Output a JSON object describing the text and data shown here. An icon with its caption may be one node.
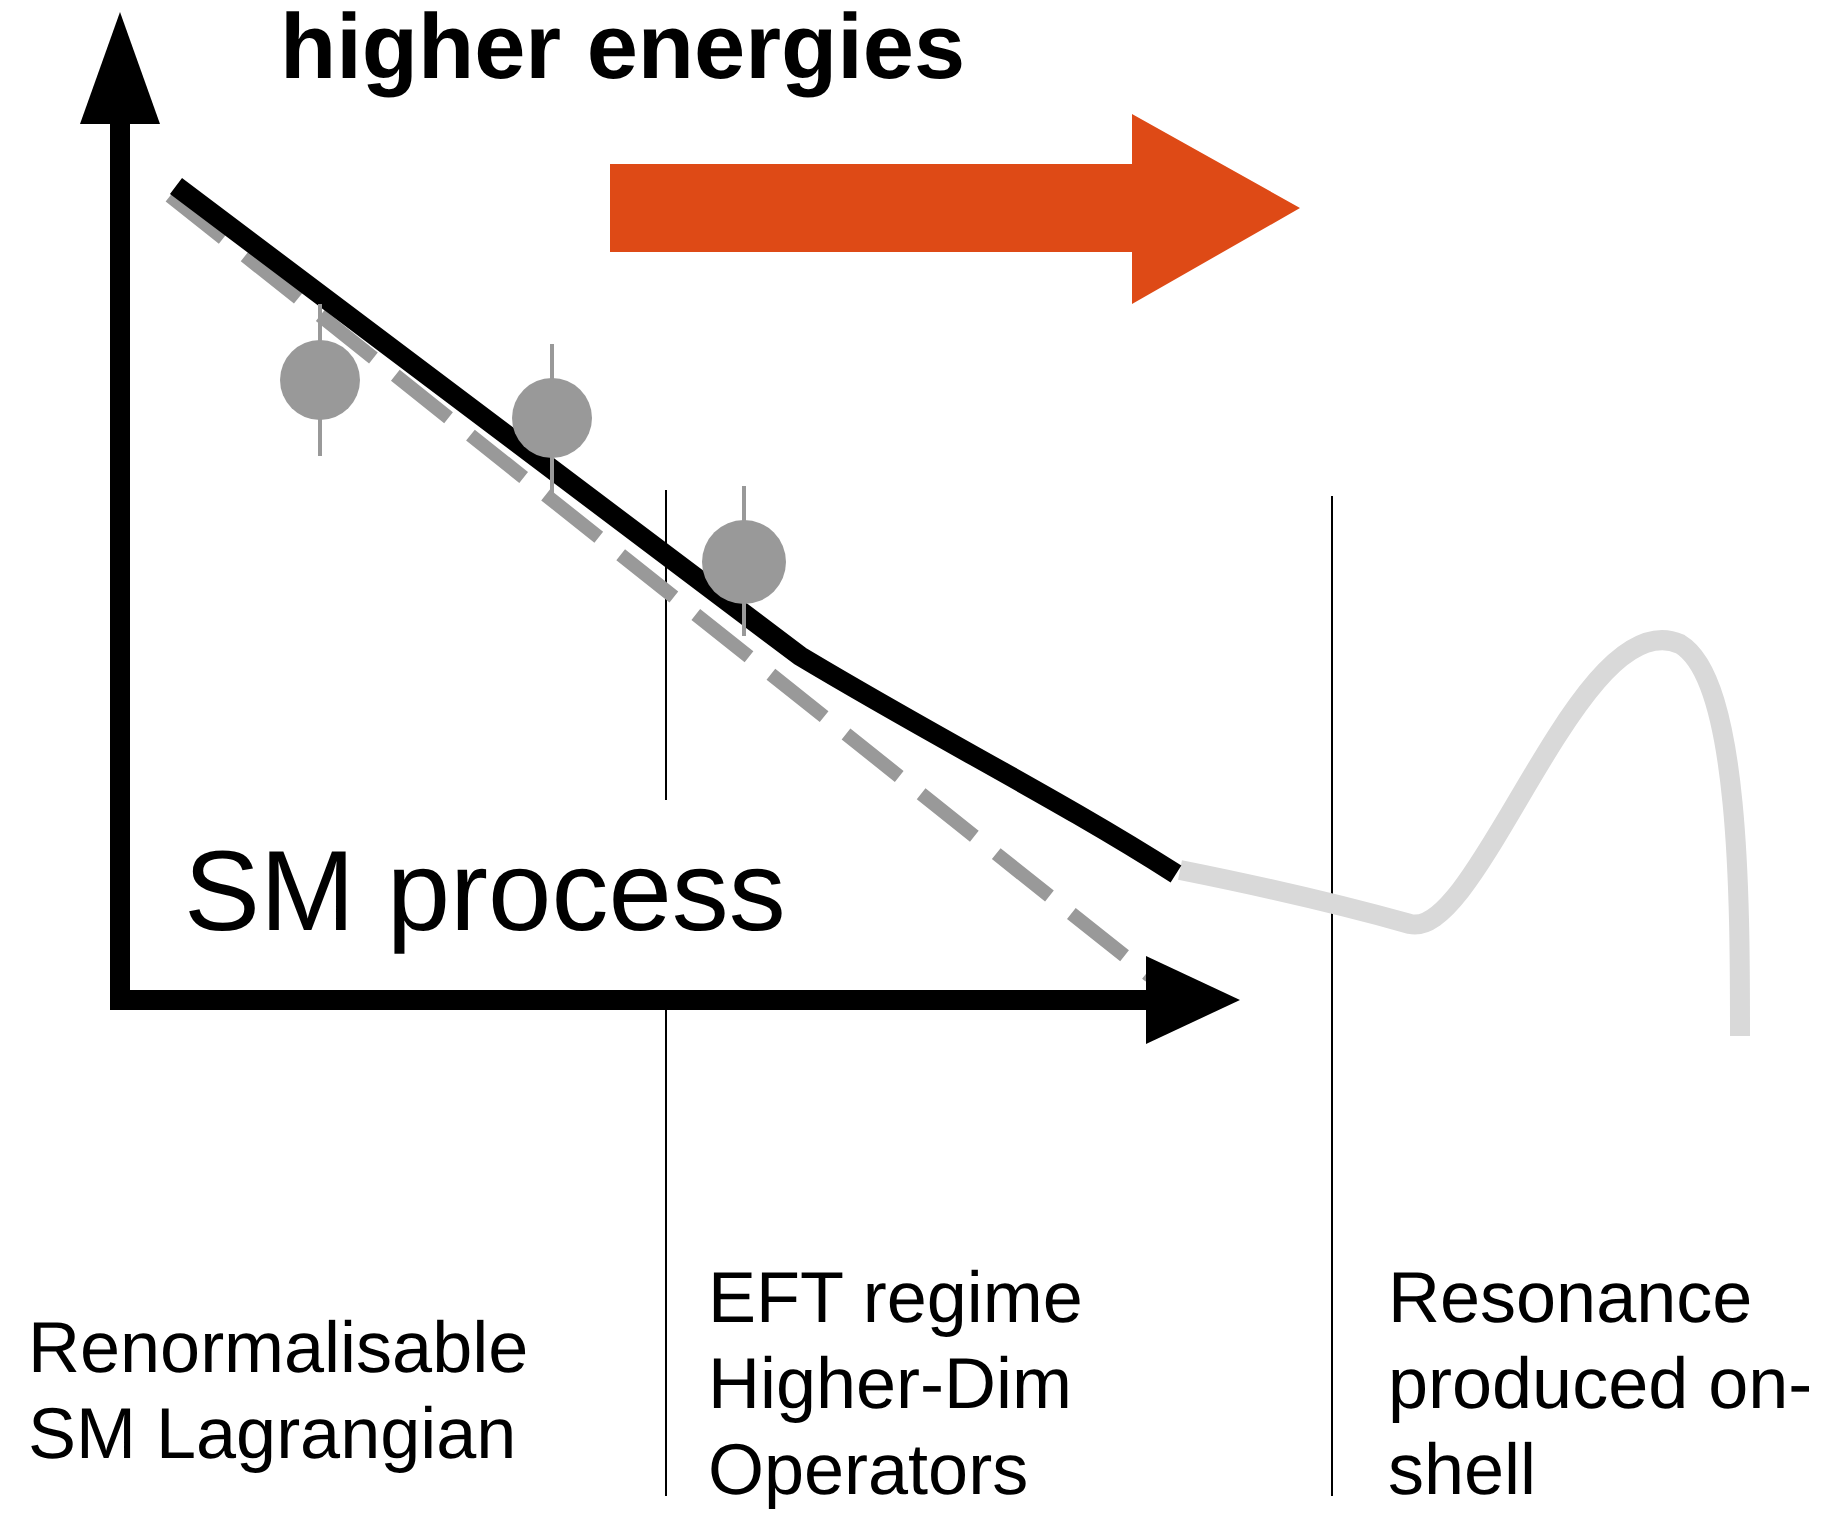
{
  "diagram": {
    "title": "higher energies",
    "labels": [
      "SM process",
      "Renormalisable SM Lagrangian",
      "EFT regime Higher-Dim Operators",
      "Resonance produced on-shell"
    ]
  }
}
